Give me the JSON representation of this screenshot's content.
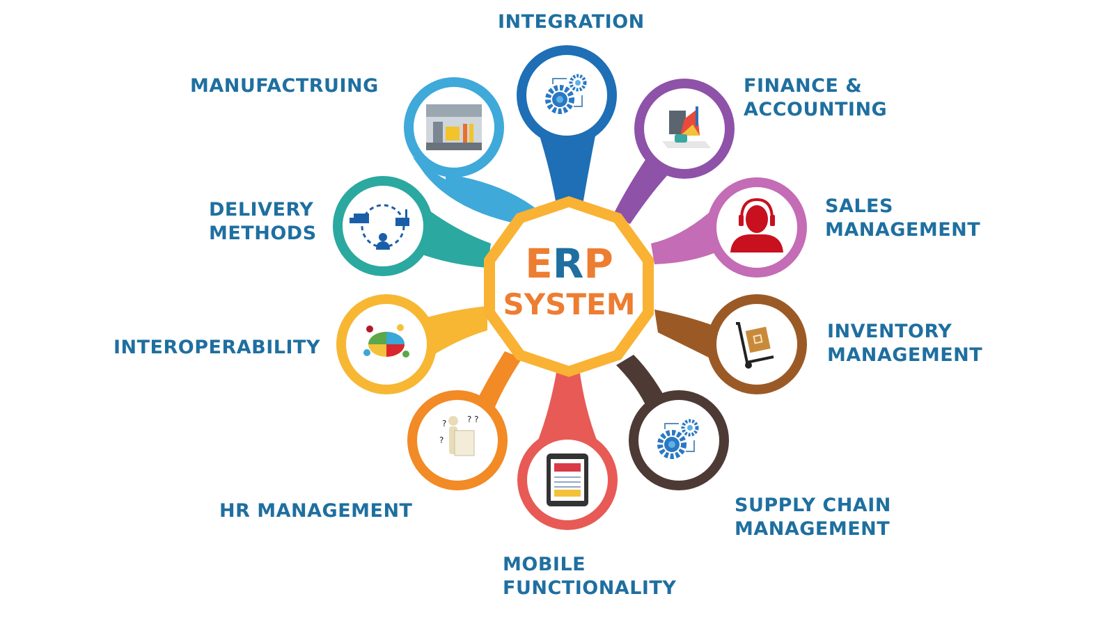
{
  "center": {
    "title_e": "E",
    "title_r": "R",
    "title_p": "P",
    "subtitle": "SYSTEM",
    "border_color": "#f9b233",
    "title_color": "#ed7d31",
    "accent_color": "#1f6fa0"
  },
  "label_color": "#1f6fa0",
  "modules": [
    {
      "id": "integration",
      "label": "INTEGRATION",
      "color": "#1e6fb5",
      "icon": "gears-icon"
    },
    {
      "id": "finance",
      "label": "FINANCE &\nACCOUNTING",
      "color": "#8e52a8",
      "icon": "finance-chart-icon"
    },
    {
      "id": "sales",
      "label": "SALES\nMANAGEMENT",
      "color": "#c46cb5",
      "icon": "headset-agent-icon"
    },
    {
      "id": "inventory",
      "label": "INVENTORY\nMANAGEMENT",
      "color": "#9b5a25",
      "icon": "hand-truck-box-icon"
    },
    {
      "id": "supply_chain",
      "label": "SUPPLY CHAIN\nMANAGEMENT",
      "color": "#4e3a34",
      "icon": "gears-icon"
    },
    {
      "id": "mobile",
      "label": "MOBILE\nFUNCTIONALITY",
      "color": "#e85a55",
      "icon": "tablet-icon"
    },
    {
      "id": "hr",
      "label": "HR MANAGEMENT",
      "color": "#f28a25",
      "icon": "person-questions-icon"
    },
    {
      "id": "interoperability",
      "label": "INTEROPERABILITY",
      "color": "#f7b733",
      "icon": "puzzle-team-icon"
    },
    {
      "id": "delivery",
      "label": "DELIVERY\nMETHODS",
      "color": "#2ba8a0",
      "icon": "delivery-cycle-icon"
    },
    {
      "id": "manufacturing",
      "label": "MANUFACTRUING",
      "color": "#3fa9d9",
      "icon": "factory-photo-icon"
    }
  ]
}
